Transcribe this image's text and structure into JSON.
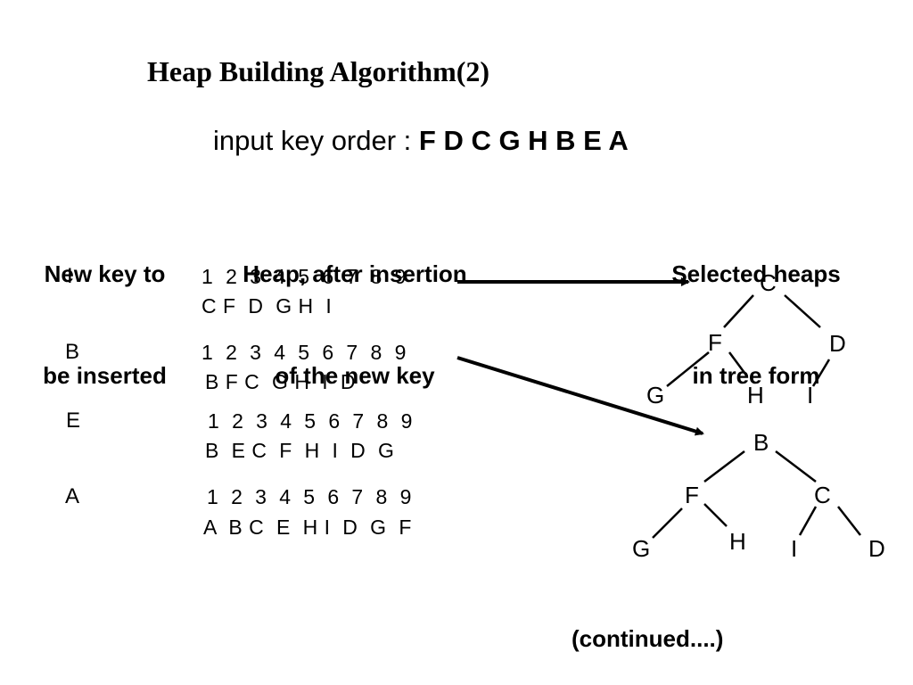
{
  "title": "Heap Building Algorithm(2)",
  "subtitle": {
    "prefix": "input key order : ",
    "keys": "F D C G H B E A"
  },
  "headers": {
    "new_key_line1": "New key to",
    "new_key_line2": "be inserted",
    "heap_line1": "Heap, after insertion",
    "heap_line2": "of the new key",
    "trees_line1": "Selected heaps",
    "trees_line2": "in tree form"
  },
  "rows": [
    {
      "key": "I",
      "indices": "1  2  3  4  5  6  7  8  9",
      "heap": "C F  D  G H  I"
    },
    {
      "key": "B",
      "indices": "1  2  3  4  5  6  7  8  9",
      "heap": "B F C  G H  I  D"
    },
    {
      "key": "E",
      "indices": "1  2  3  4  5  6  7  8  9",
      "heap": "B  E C  F  H  I  D  G"
    },
    {
      "key": "A",
      "indices": "1  2  3  4  5  6  7  8  9",
      "heap": "A  B C  E  H I  D  G  F"
    }
  ],
  "tree1": {
    "root": "C",
    "left": "F",
    "right": "D",
    "left_left": "G",
    "left_right": "H",
    "right_left": "I"
  },
  "tree2": {
    "root": "B",
    "left": "F",
    "right": "C",
    "left_left": "G",
    "left_right": "H",
    "right_left": "I",
    "right_right": "D"
  },
  "continued": "(continued....)"
}
